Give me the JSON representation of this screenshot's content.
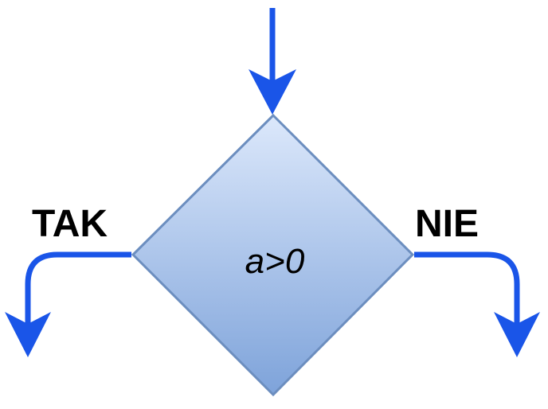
{
  "diagram": {
    "condition": "a>0",
    "yes_label": "TAK",
    "no_label": "NIE"
  },
  "colors": {
    "arrow": "#1a55e8",
    "diamond_fill_top": "#dce8fb",
    "diamond_fill_bottom": "#7ea3da",
    "diamond_stroke": "#6c8ebf",
    "label_text": "#000000"
  },
  "icons": {
    "incoming": "arrow-down-icon",
    "yes_branch": "arrow-down-icon",
    "no_branch": "arrow-down-icon"
  }
}
